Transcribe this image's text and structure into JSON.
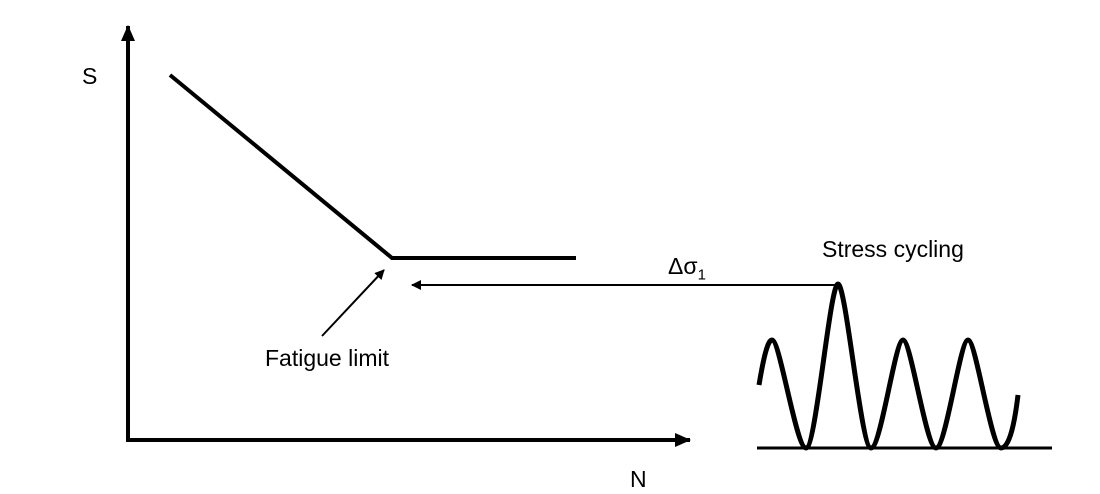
{
  "labels": {
    "y_axis": "S",
    "x_axis": "N",
    "fatigue_limit": "Fatigue limit",
    "stress_cycling": "Stress cycling",
    "delta_sigma": "Δσ",
    "delta_sigma_sub": "1"
  }
}
